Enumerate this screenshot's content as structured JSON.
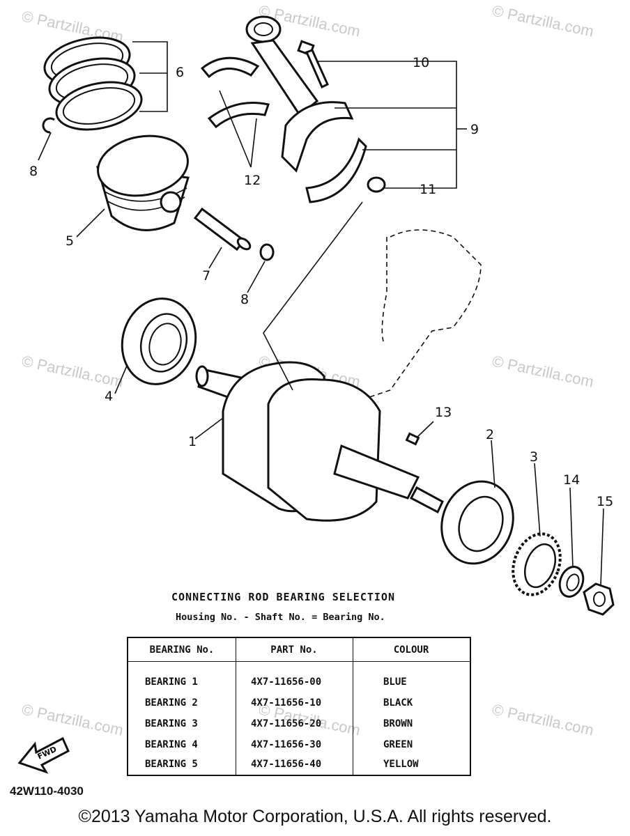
{
  "watermarks": [
    "© Partzilla.com",
    "© Partzilla.com",
    "© Partzilla.com",
    "© Partzilla.com",
    "© Partzilla.com",
    "© Partzilla.com",
    "© Partzilla.com",
    "© Partzilla.com",
    "© Partzilla.com"
  ],
  "callouts": [
    "1",
    "2",
    "3",
    "4",
    "5",
    "6",
    "7",
    "8",
    "8",
    "9",
    "10",
    "11",
    "12",
    "13",
    "14",
    "15"
  ],
  "fwd_label": "FWD",
  "selection": {
    "title": "CONNECTING ROD BEARING SELECTION",
    "formula": "Housing No. - Shaft No. = Bearing No.",
    "headers": [
      "BEARING No.",
      "PART No.",
      "COLOUR"
    ],
    "rows": [
      {
        "bearing": "BEARING 1",
        "part": "4X7-11656-00",
        "colour": "BLUE"
      },
      {
        "bearing": "BEARING 2",
        "part": "4X7-11656-10",
        "colour": "BLACK"
      },
      {
        "bearing": "BEARING 3",
        "part": "4X7-11656-20",
        "colour": "BROWN"
      },
      {
        "bearing": "BEARING 4",
        "part": "4X7-11656-30",
        "colour": "GREEN"
      },
      {
        "bearing": "BEARING 5",
        "part": "4X7-11656-40",
        "colour": "YELLOW"
      }
    ]
  },
  "diagram_code": "42W110-4030",
  "copyright": "©2013 Yamaha Motor Corporation, U.S.A. All rights reserved."
}
